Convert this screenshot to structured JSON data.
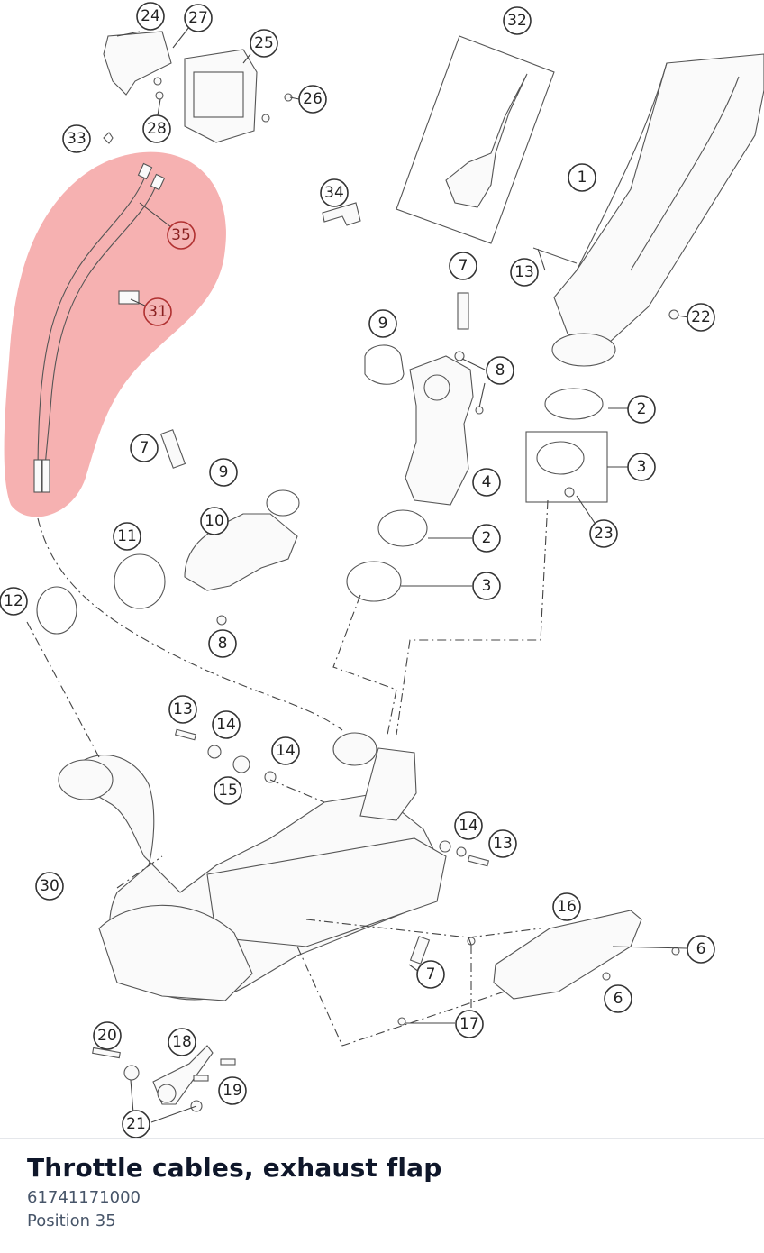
{
  "caption": {
    "title": "Throttle cables, exhaust flap",
    "part_number": "61741171000",
    "position": "Position 35"
  },
  "highlight": {
    "color": "#f4a3a3",
    "position_number": "35"
  },
  "callouts": {
    "c1": "1",
    "c2a": "2",
    "c2b": "2",
    "c3a": "3",
    "c3b": "3",
    "c4": "4",
    "c6a": "6",
    "c6b": "6",
    "c7a": "7",
    "c7b": "7",
    "c7c": "7",
    "c8a": "8",
    "c8b": "8",
    "c9a": "9",
    "c9b": "9",
    "c10": "10",
    "c11": "11",
    "c12": "12",
    "c13a": "13",
    "c13b": "13",
    "c13c": "13",
    "c14a": "14",
    "c14b": "14",
    "c14c": "14",
    "c15": "15",
    "c16": "16",
    "c17": "17",
    "c18": "18",
    "c19": "19",
    "c20": "20",
    "c21": "21",
    "c22": "22",
    "c23": "23",
    "c24": "24",
    "c25": "25",
    "c26": "26",
    "c27": "27",
    "c28": "28",
    "c30": "30",
    "c31": "31",
    "c32": "32",
    "c33": "33",
    "c34": "34",
    "c35": "35"
  }
}
